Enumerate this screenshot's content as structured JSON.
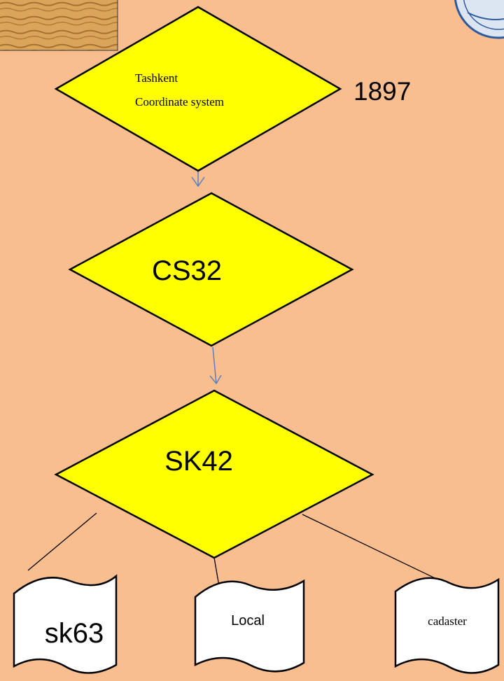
{
  "nodes": {
    "tashkent": {
      "line1": "Tashkent",
      "line2": "Coordinate system",
      "year": "1897"
    },
    "cs32": {
      "label": "CS32"
    },
    "sk42": {
      "label": "SK42"
    }
  },
  "documents": {
    "sk63": {
      "label": "sk63"
    },
    "local": {
      "label": "Local"
    },
    "cadaster": {
      "label": "cadaster"
    }
  },
  "colors": {
    "background": "#F9BE8F",
    "decision_fill": "#FFFF00",
    "stroke": "#000000",
    "arrow": "#5B7FC0",
    "document_fill": "#FFFFFF"
  },
  "icons": [
    "wood-texture-image",
    "university-seal-icon"
  ]
}
